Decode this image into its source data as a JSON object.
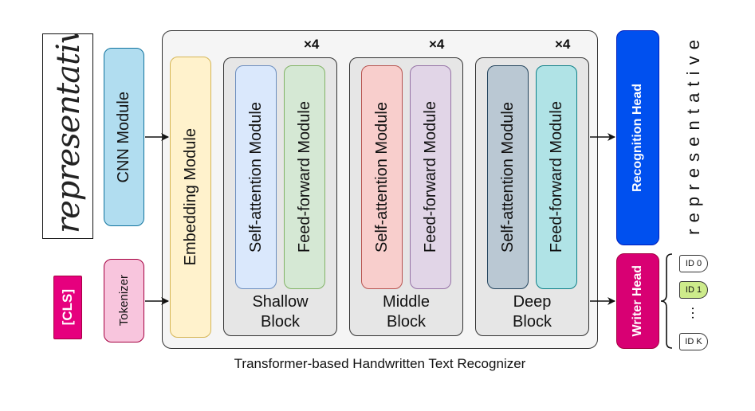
{
  "input_image": {
    "handwritten_word": "representative"
  },
  "cls_token": "[CLS]",
  "cnn_module": "CNN Module",
  "tokenizer": "Tokenizer",
  "main_box": {
    "caption": "Transformer-based Handwritten Text Recognizer",
    "embedding": "Embedding Module",
    "blocks": [
      {
        "repeat": "×4",
        "label_line1": "Shallow",
        "label_line2": "Block",
        "attention": "Self-attention Module",
        "ffn": "Feed-forward Module"
      },
      {
        "repeat": "×4",
        "label_line1": "Middle",
        "label_line2": "Block",
        "attention": "Self-attention Module",
        "ffn": "Feed-forward Module"
      },
      {
        "repeat": "×4",
        "label_line1": "Deep",
        "label_line2": "Block",
        "attention": "Self-attention Module",
        "ffn": "Feed-forward Module"
      }
    ]
  },
  "recognition_head": "Recognition Head",
  "writer_head": "Writer Head",
  "output_text": "r e p r e s e n t a t i v e",
  "writer_ids": {
    "first": "ID 0",
    "second": "ID 1",
    "ellipsis": "…",
    "last": "ID K"
  },
  "colors": {
    "cnn": "#b1ddf0",
    "tokenizer": "#f8c5dd",
    "cls": "#e6007e",
    "embedding": "#fff2cc",
    "shallow_attention": "#dae8fc",
    "shallow_ffn": "#d5e8d4",
    "middle_attention": "#f8cecc",
    "middle_ffn": "#e1d5e7",
    "deep_attention": "#bac8d3",
    "deep_ffn": "#b0e3e6",
    "recognition_head": "#0050ef",
    "writer_head": "#d80073",
    "highlight_id": "#cdeb8b"
  }
}
